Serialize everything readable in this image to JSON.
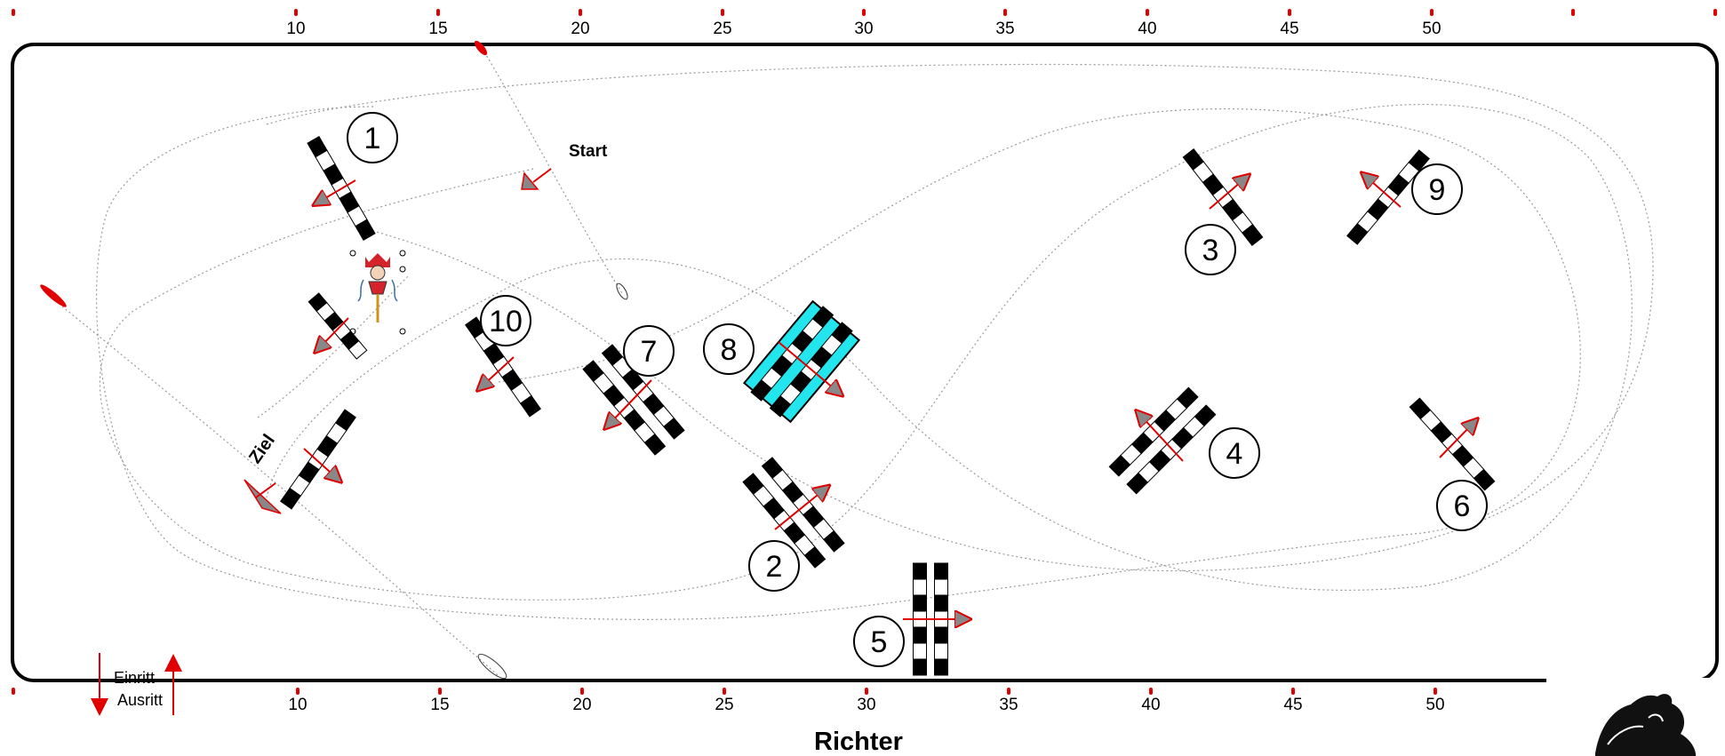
{
  "scale": {
    "ticks": [
      "10",
      "15",
      "20",
      "25",
      "30",
      "35",
      "40",
      "45",
      "50"
    ],
    "tick_color": "#e00000"
  },
  "arena": {
    "border_color": "#000000"
  },
  "labels": {
    "start": "Start",
    "finish": "Ziel",
    "entry": "Einritt",
    "exit": "Ausritt",
    "judge": "Richter"
  },
  "obstacles": [
    {
      "number": "1",
      "type": "vertical"
    },
    {
      "number": "2",
      "type": "oxer"
    },
    {
      "number": "3",
      "type": "vertical"
    },
    {
      "number": "4",
      "type": "oxer"
    },
    {
      "number": "5",
      "type": "oxer"
    },
    {
      "number": "6",
      "type": "vertical"
    },
    {
      "number": "7",
      "type": "oxer"
    },
    {
      "number": "8",
      "type": "water"
    },
    {
      "number": "9",
      "type": "vertical"
    },
    {
      "number": "10",
      "type": "vertical"
    }
  ],
  "colors": {
    "water": "#22e5ee",
    "direction_arrow": "#e00000",
    "arrow_fill": "#888888",
    "pole_dark": "#000000",
    "pole_light": "#ffffff",
    "route": "#9a9a9a"
  },
  "icons": {
    "joker": "jester-icon",
    "logo": "horse-rider-icon"
  }
}
